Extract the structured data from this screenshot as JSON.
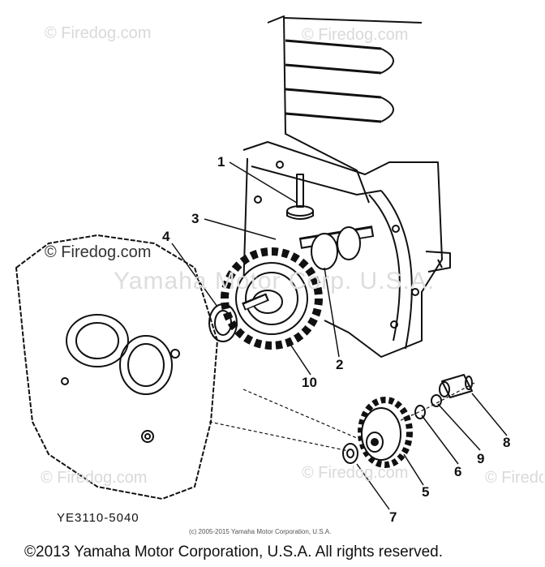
{
  "watermarks": {
    "top_left": "© Firedog.com",
    "top_right": "© Firedog.com",
    "mid_left": "© Firedog.com",
    "bottom_left": "© Firedog.com",
    "bottom_mid": "© Firedog.com",
    "bottom_right": "© Firedog.com",
    "center": "Yamaha Motor Corp. U.S.A."
  },
  "callouts": {
    "p1": "1",
    "p2": "2",
    "p3": "3",
    "p4": "4",
    "p5": "5",
    "p6": "6",
    "p7": "7",
    "p8": "8",
    "p9": "9",
    "p10": "10"
  },
  "diagram_code": "YE3110-5040",
  "small_copyright": "(c) 2005-2015 Yamaha Motor Corporation, U.S.A.",
  "footer_copyright": "©2013 Yamaha Motor Corporation, U.S.A. All rights reserved."
}
